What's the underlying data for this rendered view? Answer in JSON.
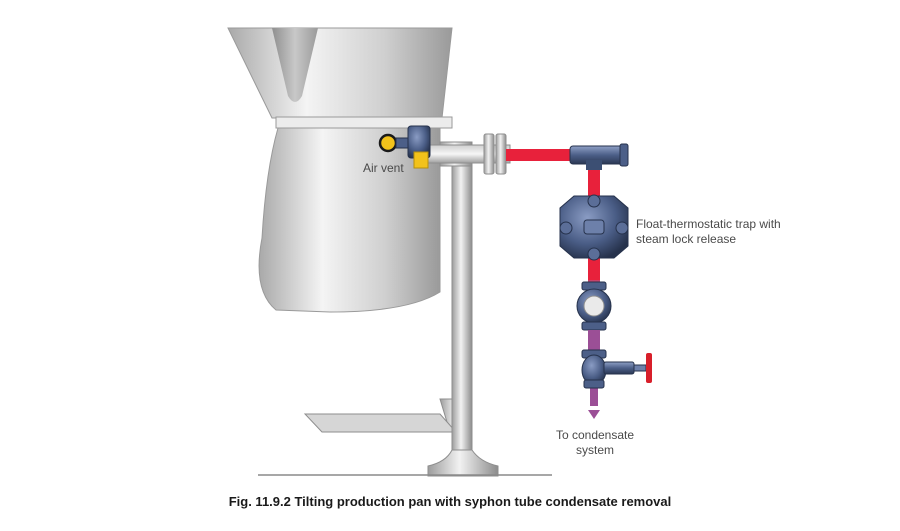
{
  "labels": {
    "air_vent": "Air vent",
    "trap_line1": "Float-thermostatic trap with",
    "trap_line2": "steam lock release",
    "condensate_line1": "To condensate",
    "condensate_line2": "system"
  },
  "caption": "Fig. 11.9.2 Tilting production pan with syphon tube condensate removal",
  "colors": {
    "steam": "#e8213b",
    "condensate": "#9b4f96",
    "steel_light": "#f2f2f2",
    "steel_dark": "#8a8a8a",
    "valve_body": "#3c4f73",
    "vent_yellow": "#f2c21b",
    "handwheel": "#d81f2a"
  }
}
